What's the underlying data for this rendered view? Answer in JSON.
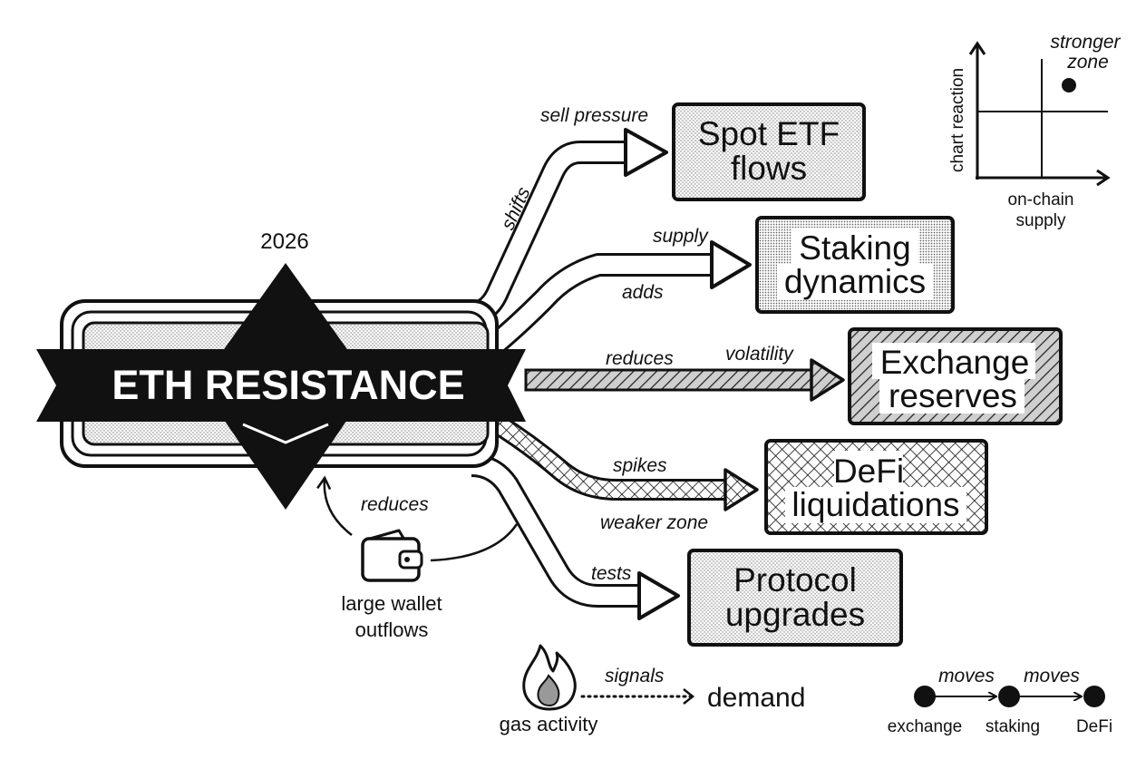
{
  "year": "2026",
  "banner_title": "ETH RESISTANCE",
  "boxes": [
    {
      "id": "spot-etf",
      "lines": [
        "Spot ETF",
        "flows"
      ]
    },
    {
      "id": "staking",
      "lines": [
        "Staking",
        "dynamics"
      ]
    },
    {
      "id": "exchange",
      "lines": [
        "Exchange",
        "reserves"
      ]
    },
    {
      "id": "defi",
      "lines": [
        "DeFi",
        "liquidations"
      ]
    },
    {
      "id": "protocol",
      "lines": [
        "Protocol",
        "upgrades"
      ]
    }
  ],
  "arrow_labels": {
    "sell_pressure": "sell pressure",
    "shifts": "shifts",
    "supply": "supply",
    "adds": "adds",
    "reduces": "reduces",
    "volatility": "volatility",
    "spikes": "spikes",
    "weaker_zone": "weaker zone",
    "tests": "tests",
    "wallet_reduces": "reduces"
  },
  "wallet": {
    "icon": "wallet-icon",
    "lines": [
      "large wallet",
      "outflows"
    ]
  },
  "gas": {
    "icon": "flame-icon",
    "label": "gas activity",
    "signal_label": "signals",
    "target": "demand"
  },
  "quadrant": {
    "y_label": "chart reaction",
    "x_label_lines": [
      "on-chain",
      "supply"
    ],
    "zone_lines": [
      "stronger",
      "zone"
    ]
  },
  "flow_chain": {
    "nodes": [
      "exchange",
      "staking",
      "DeFi"
    ],
    "edge_labels": [
      "moves",
      "moves"
    ]
  }
}
